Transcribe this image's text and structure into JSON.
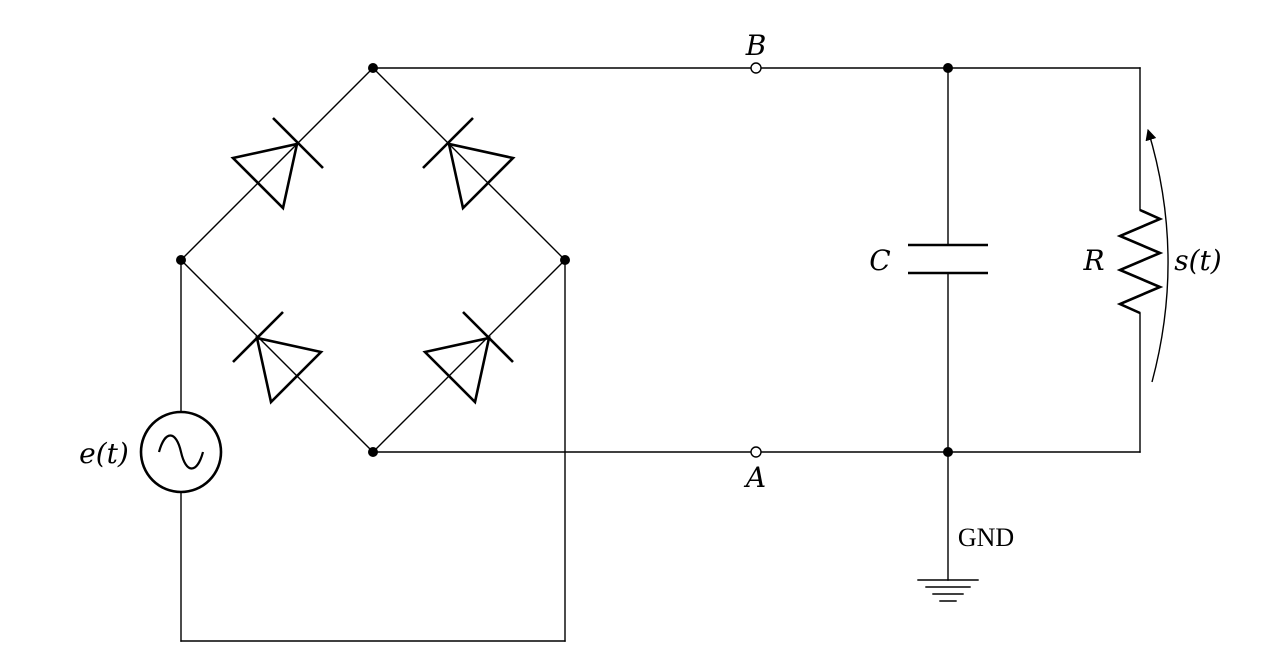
{
  "labels": {
    "terminal_b": "B",
    "terminal_a": "A",
    "capacitor": "C",
    "resistor": "R",
    "output_voltage": "s(t)",
    "source": "e(t)",
    "ground": "GND"
  }
}
